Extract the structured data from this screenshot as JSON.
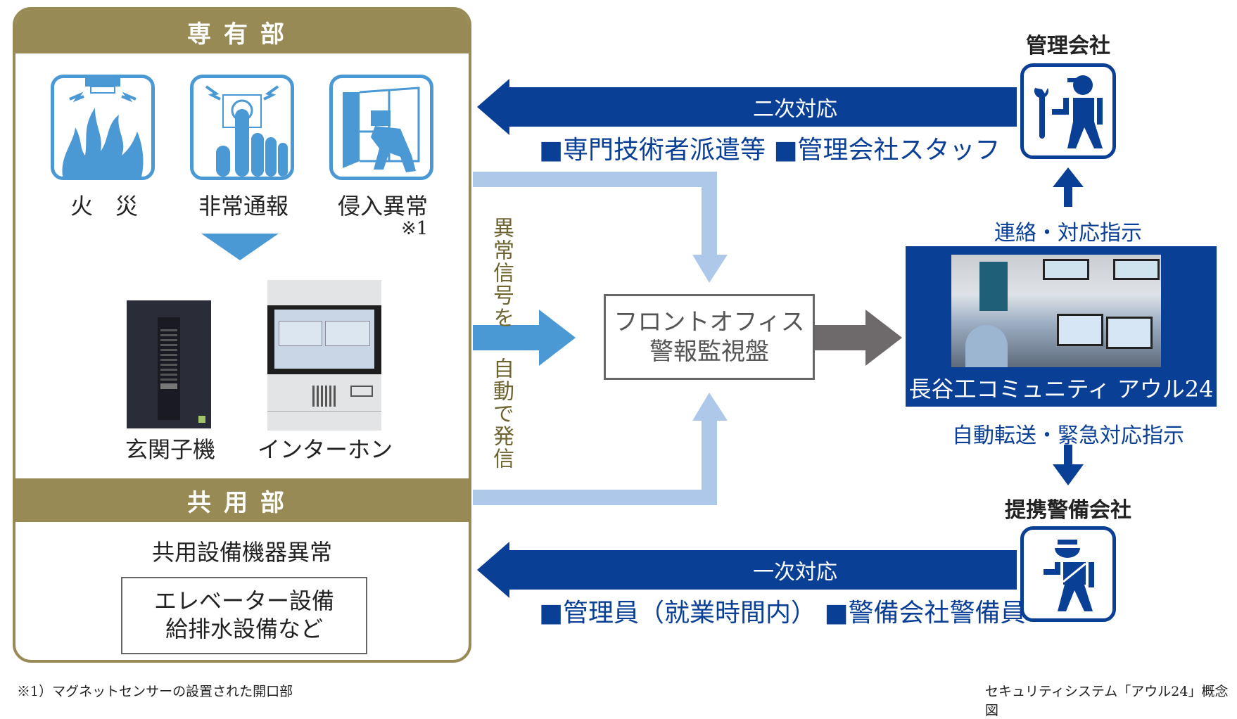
{
  "private_area": {
    "header": "専有部",
    "sensors": [
      {
        "icon": "fire-icon",
        "label": "火　災"
      },
      {
        "icon": "emergency-button-icon",
        "label": "非常通報"
      },
      {
        "icon": "intrusion-icon",
        "label": "侵入異常",
        "note": "※1"
      }
    ],
    "devices": [
      {
        "label": "玄関子機"
      },
      {
        "label": "インターホン"
      }
    ]
  },
  "common_area": {
    "header": "共用部",
    "title": "共用設備機器異常",
    "box_lines": [
      "エレベーター設備",
      "給排水設備など"
    ]
  },
  "signal_label_top": "異常信号を",
  "signal_label_bottom": "自動で発信",
  "front_office": {
    "line1": "フロントオフィス",
    "line2": "警報監視盤"
  },
  "center": {
    "title": "長谷工コミュニティ アウル24センター"
  },
  "management_company": {
    "label": "管理会社",
    "icon": "maintenance-worker-icon"
  },
  "security_company": {
    "label": "提携警備会社",
    "icon": "security-guard-icon"
  },
  "contact_instruction": "連絡・対応指示",
  "auto_transfer": "自動転送・緊急対応指示",
  "secondary_response": {
    "label": "二次対応",
    "items": "■専門技術者派遣等 ■管理会社スタッフ"
  },
  "primary_response": {
    "label": "一次対応",
    "items": "■管理員（就業時間内） ■警備会社警備員"
  },
  "colors": {
    "gold": "#978a55",
    "navy": "#0a3f96",
    "sky": "#4a99d5",
    "pale": "#adc8e8",
    "gray_arrow": "#6e6a6b"
  },
  "footnote": "※1）マグネットセンサーの設置された開口部",
  "caption": "セキュリティシステム「アウル24」概念図"
}
